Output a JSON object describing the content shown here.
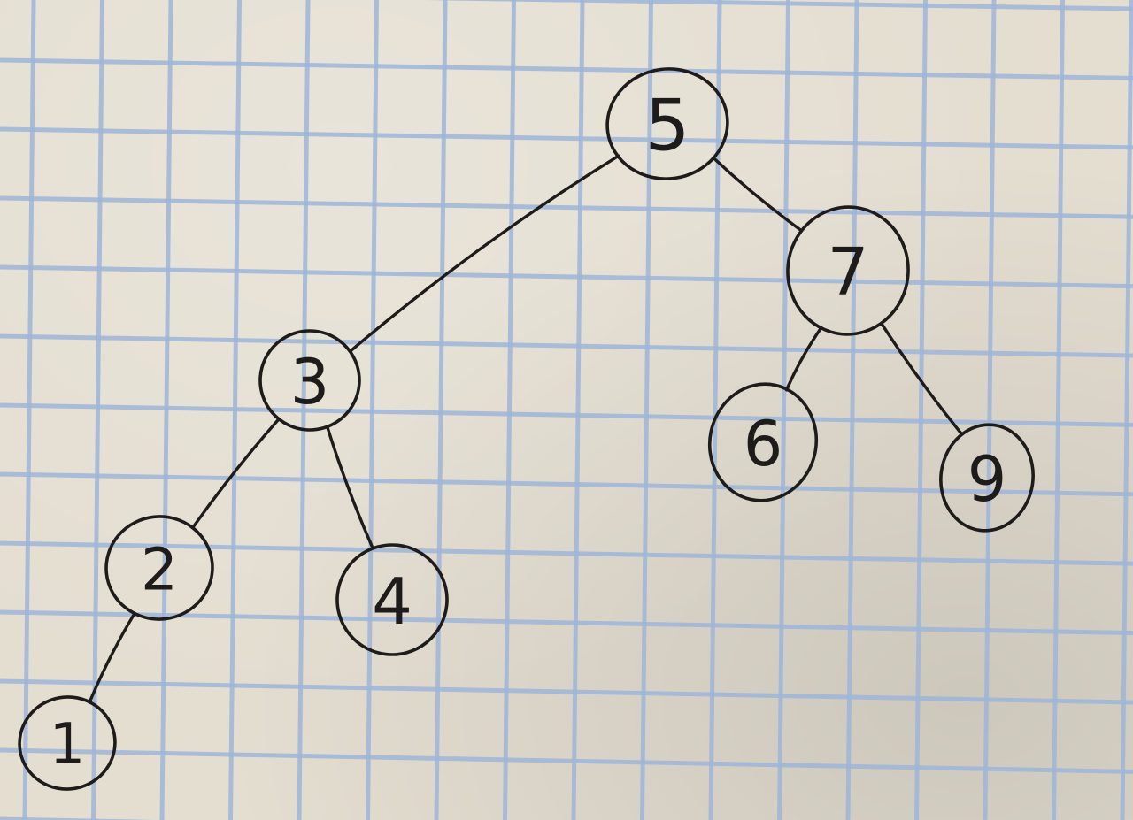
{
  "diagram": {
    "type": "binary-search-tree",
    "nodes": [
      {
        "id": "n5",
        "label": "5"
      },
      {
        "id": "n7",
        "label": "7"
      },
      {
        "id": "n3",
        "label": "3"
      },
      {
        "id": "n6",
        "label": "6"
      },
      {
        "id": "n9",
        "label": "9"
      },
      {
        "id": "n2",
        "label": "2"
      },
      {
        "id": "n4",
        "label": "4"
      },
      {
        "id": "n1",
        "label": "1"
      }
    ],
    "edges": [
      {
        "from": "n5",
        "to": "n3"
      },
      {
        "from": "n5",
        "to": "n7"
      },
      {
        "from": "n7",
        "to": "n6"
      },
      {
        "from": "n7",
        "to": "n9"
      },
      {
        "from": "n3",
        "to": "n2"
      },
      {
        "from": "n3",
        "to": "n4"
      },
      {
        "from": "n2",
        "to": "n1"
      }
    ]
  },
  "colors": {
    "paper": "#e4ded1",
    "grid": "#9fb6d8",
    "ink": "#1e1c1a"
  }
}
